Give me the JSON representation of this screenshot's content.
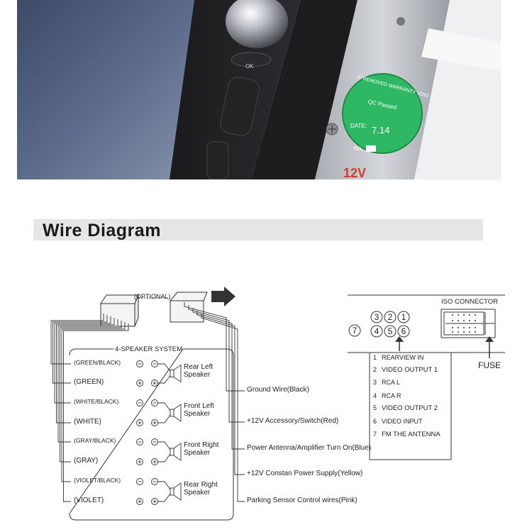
{
  "photo": {
    "badge_line1": "IF REMOVED WARRANTY VOID",
    "badge_line2": "QC Passed",
    "badge_date_label": "DATE:",
    "badge_date_value": "7.14",
    "badge_no_label": "No.",
    "knob_label": "OK",
    "voltage": "12V"
  },
  "title": "Wire Diagram",
  "optional_label": "(OPTIONAL)",
  "speaker_system": {
    "title": "4-SPEAKER SYSTEM",
    "wires": [
      {
        "label": "(GREEN/BLACK)",
        "polarity": "−"
      },
      {
        "label": "(GREEN)",
        "polarity": "+"
      },
      {
        "label": "(WHITE/BLACK)",
        "polarity": "−"
      },
      {
        "label": "(WHITE)",
        "polarity": "+"
      },
      {
        "label": "(GRAY/BLACK)",
        "polarity": "−"
      },
      {
        "label": "(GRAY)",
        "polarity": "+"
      },
      {
        "label": "(VIOLET/BLACK)",
        "polarity": "−"
      },
      {
        "label": "(VIOLET)",
        "polarity": "+"
      }
    ],
    "speakers": [
      {
        "line1": "Rear Left",
        "line2": "Speaker"
      },
      {
        "line1": "Front Left",
        "line2": "Speaker"
      },
      {
        "line1": "Front Right",
        "line2": "Speaker"
      },
      {
        "line1": "Rear Right",
        "line2": "Speaker"
      }
    ]
  },
  "power_wires": [
    "Ground  Wire(Black)",
    "+12V Accessory/Switch(Red)",
    "Power Antenna/Amplifier Turn On(Blue)",
    "+12V Constan Power Supply(Yellow)",
    "Parking Sensor Control wires(Pink)"
  ],
  "iso": {
    "title": "ISO CONNECTOR",
    "fuse_label": "FUSE",
    "port_numbers": [
      "1",
      "2",
      "3",
      "4",
      "5",
      "6",
      "7"
    ],
    "items": [
      {
        "num": "1",
        "label": "REARVIEW IN"
      },
      {
        "num": "2",
        "label": "VIDEO OUTPUT  1"
      },
      {
        "num": "3",
        "label": "RCA L"
      },
      {
        "num": "4",
        "label": "RCA R"
      },
      {
        "num": "5",
        "label": "VIDEO OUTPUT  2"
      },
      {
        "num": "6",
        "label": "VIDEO INPUT"
      },
      {
        "num": "7",
        "label": "FM THE ANTENNA"
      }
    ]
  },
  "colors": {
    "title_bar": "#e6e6e6",
    "badge": "#2fb864",
    "line": "#333333"
  }
}
